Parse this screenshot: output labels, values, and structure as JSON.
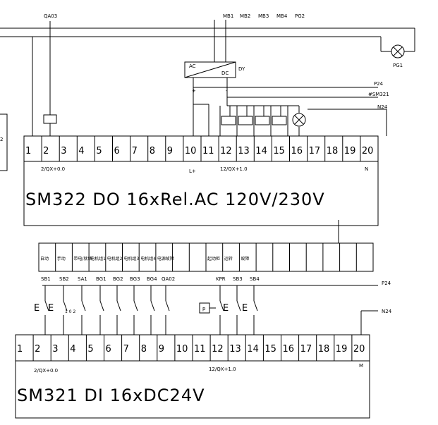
{
  "top_labels": {
    "qa03": "QA03",
    "mb1": "MB1",
    "mb2": "MB2",
    "mb3": "MB3",
    "mb4": "MB4",
    "pg2": "PG2",
    "pg1": "PG1",
    "psu_ac": "AC",
    "psu_dc": "DC",
    "psu_name": "DY",
    "psu_plus": "+",
    "psu_minus": "-",
    "p24": "P24",
    "sm321_ref": "#SM321",
    "n24": "N24",
    "left_edge": "2"
  },
  "do_module": {
    "terminals": [
      "1",
      "2",
      "3",
      "4",
      "5",
      "6",
      "7",
      "8",
      "9",
      "10",
      "11",
      "12",
      "13",
      "14",
      "15",
      "16",
      "17",
      "18",
      "19",
      "20"
    ],
    "label_left": "2/QX+0.0",
    "label_lplus": "L+",
    "label_right": "12/QX+1.0",
    "label_n": "N",
    "title": "SM322  DO  16xRel.AC  120V/230V"
  },
  "strip_cells": [
    "自动",
    "手动",
    "带电/就绪",
    "电机组1",
    "电机组2",
    "电机组3",
    "电机组4",
    "电源故障",
    "",
    "",
    "起动柜",
    "运转",
    "故障",
    "",
    "",
    "",
    "",
    "",
    "",
    ""
  ],
  "di_labels": [
    "SB1",
    "SB2",
    "SA1",
    "BG1",
    "BG2",
    "BG3",
    "BG4",
    "QA02",
    "KPR",
    "SB3",
    "SB4"
  ],
  "sensor": {
    "p_symbol": "p",
    "e_symbol": "E",
    "switch_label": "1  0  2"
  },
  "di_rail": {
    "p24": "P24",
    "n24": "N24"
  },
  "di_module": {
    "terminals": [
      "1",
      "2",
      "3",
      "4",
      "5",
      "6",
      "7",
      "8",
      "9",
      "10",
      "11",
      "12",
      "13",
      "14",
      "15",
      "16",
      "17",
      "18",
      "19",
      "20"
    ],
    "label_left": "2/QX+0.0",
    "label_right": "12/QX+1.0",
    "label_m": "M",
    "title": "SM321  DI  16xDC24V"
  }
}
